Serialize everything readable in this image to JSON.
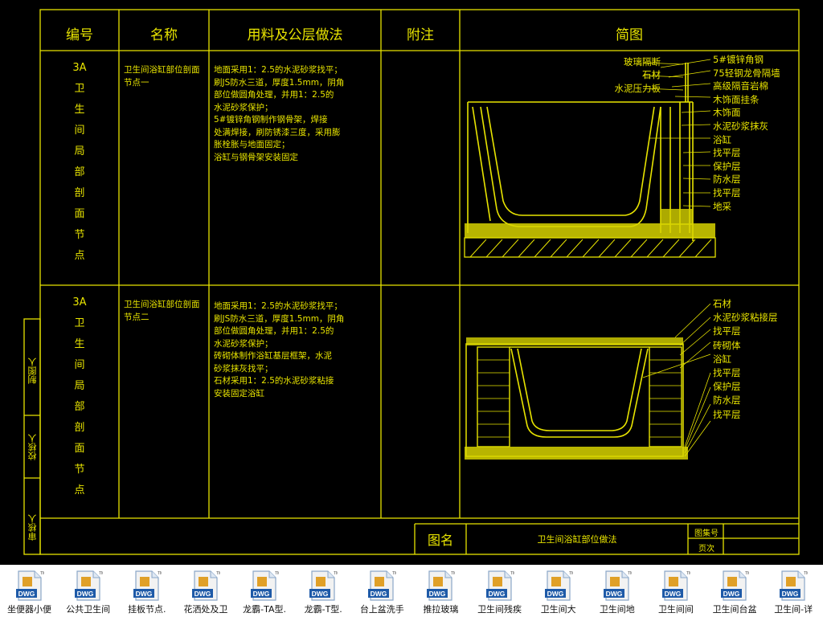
{
  "colors": {
    "background": "#000000",
    "line": "#e8e400",
    "fill": "#d8d400"
  },
  "table": {
    "headers": [
      "编号",
      "名称",
      "用料及公层做法",
      "附注",
      "简图"
    ],
    "rows": [
      {
        "code": "3A卫生间局部剖面节点",
        "name": "卫生间浴缸部位剖面节点一",
        "method": [
          "地面采用1：2.5的水泥砂浆找平；",
          "刷JS防水三道，厚度1.5mm，阴角",
          "部位做圆角处理，并用1：2.5的",
          "水泥砂浆保护；",
          "5#镀锌角钢制作钢骨架，焊接",
          "处满焊接，刷防锈漆三度，采用膨",
          "胀栓胀与地面固定；",
          "浴缸与钢骨架安装固定"
        ],
        "labels_left": [
          "玻璃隔断",
          "石材",
          "水泥压力板"
        ],
        "labels_right": [
          "5#镀锌角钢",
          "75轻钢龙骨隔墙",
          "高级隔音岩棉",
          "木饰面挂条",
          "木饰面",
          "水泥砂浆抹灰",
          "浴缸",
          "找平层",
          "保护层",
          "防水层",
          "找平层",
          "地采"
        ]
      },
      {
        "code": "3A卫生间局部剖面节点",
        "name": "卫生间浴缸部位剖面节点二",
        "method": [
          "地面采用1：2.5的水泥砂浆找平；",
          "刷JS防水三道，厚度1.5mm，阴角",
          "部位做圆角处理，并用1：2.5的",
          "水泥砂浆保护；",
          "砖砌体制作浴缸基层框架，水泥",
          "砂浆抹灰找平；",
          "石材采用1：2.5的水泥砂浆粘接",
          "安装固定浴缸"
        ],
        "labels_right": [
          "石材",
          "水泥砂浆粘接层",
          "找平层",
          "砖砌体",
          "浴缸",
          "找平层",
          "保护层",
          "防水层",
          "找平层"
        ]
      }
    ],
    "side_labels": [
      "制图人",
      "校核人",
      "审核人"
    ]
  },
  "title_block": {
    "title_label": "图名",
    "title_value": "卫生间浴缸部位做法",
    "field1": "图集号",
    "field2": "页次"
  },
  "thumbnails": [
    {
      "badge": "DWG",
      "name": "坐便器小便"
    },
    {
      "badge": "DWG",
      "name": "公共卫生间"
    },
    {
      "badge": "DWG",
      "name": "挂板节点."
    },
    {
      "badge": "DWG",
      "name": "花洒处及卫"
    },
    {
      "badge": "DWG",
      "name": "龙霸-TA型."
    },
    {
      "badge": "DWG",
      "name": "龙霸-T型."
    },
    {
      "badge": "DWG",
      "name": "台上盆洗手"
    },
    {
      "badge": "DWG",
      "name": "推拉玻璃"
    },
    {
      "badge": "DWG",
      "name": "卫生间残疾"
    },
    {
      "badge": "DWG",
      "name": "卫生间大"
    },
    {
      "badge": "DWG",
      "name": "卫生间地"
    },
    {
      "badge": "DWG",
      "name": "卫生间间"
    },
    {
      "badge": "DWG",
      "name": "卫生间台盆"
    },
    {
      "badge": "DWG",
      "name": "卫生间-详"
    }
  ]
}
